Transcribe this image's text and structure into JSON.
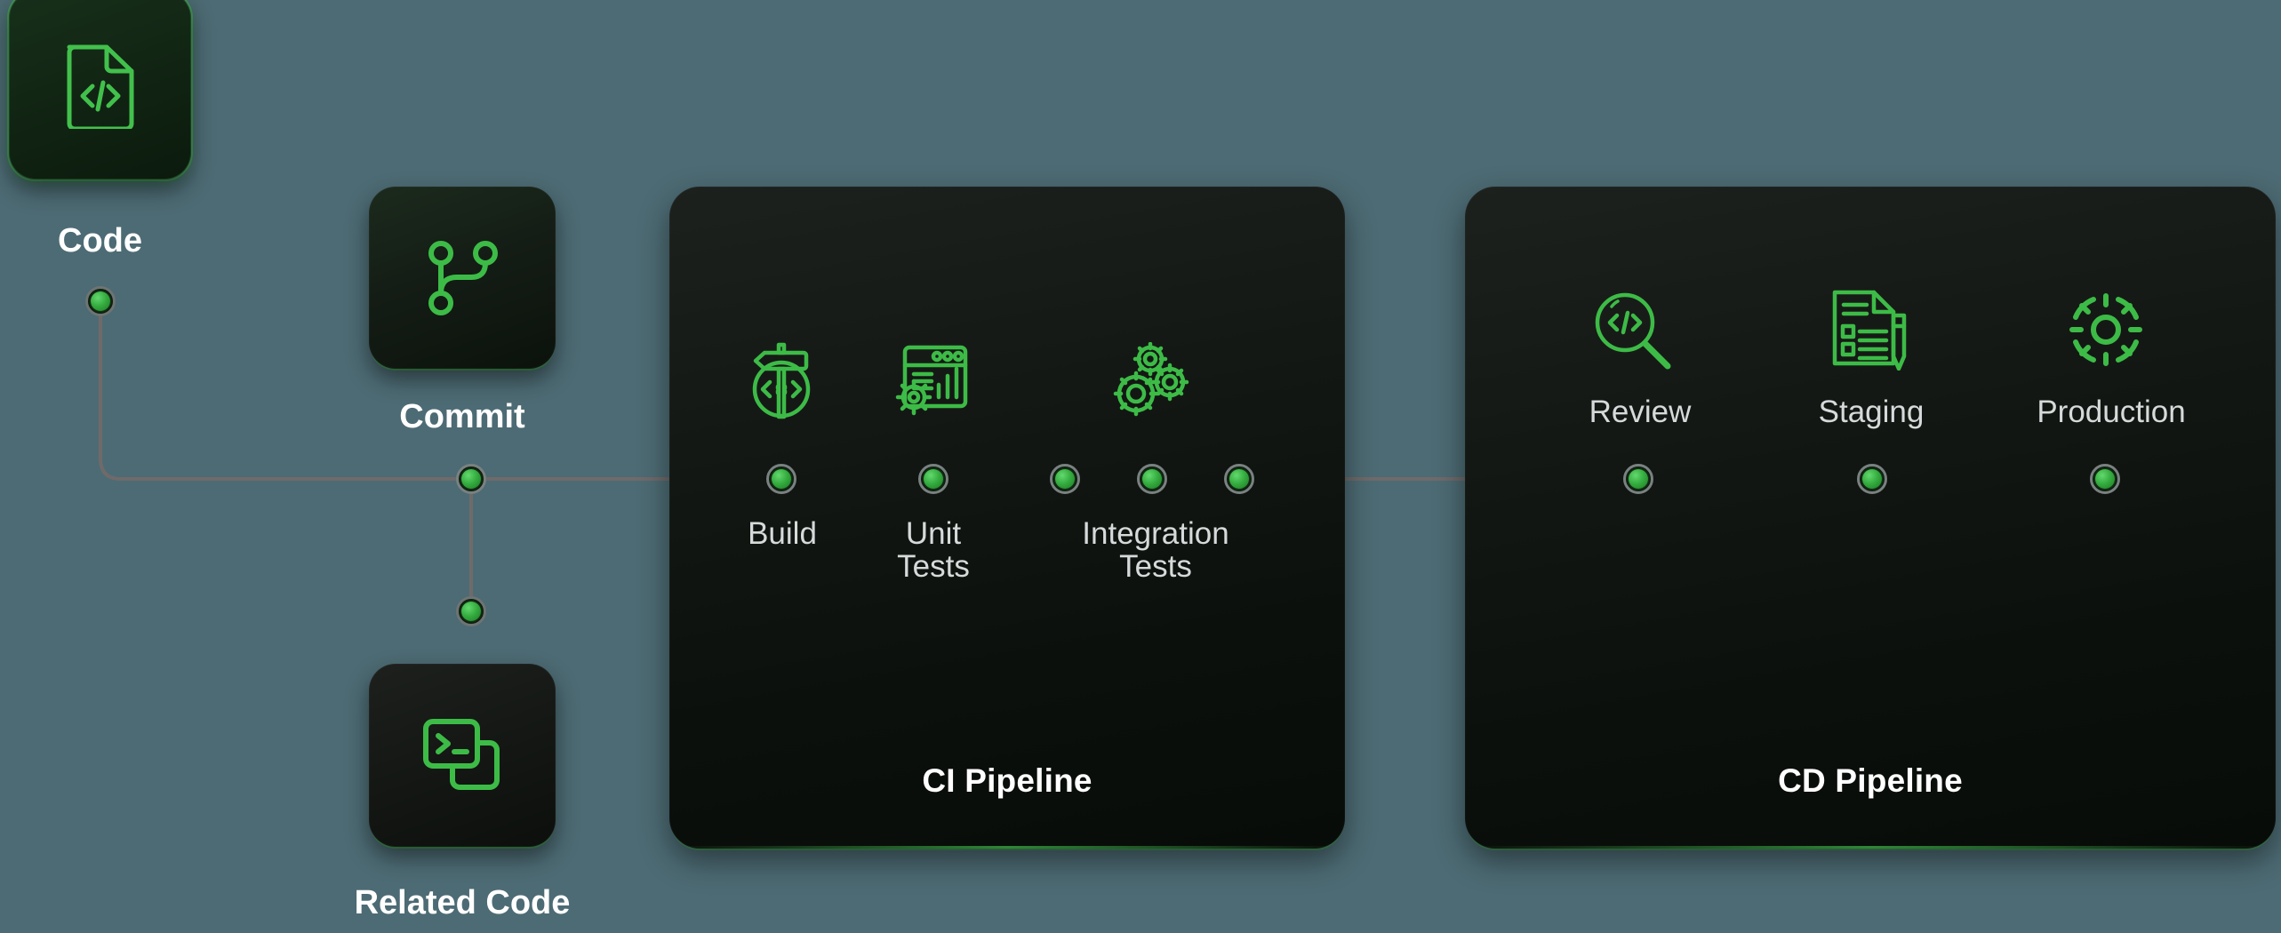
{
  "theme": {
    "background": "#4d6b74",
    "panel_background": "#101410",
    "accent_green": "#3fae47",
    "node_green": "#34ab3e",
    "label_gray": "#d6dada",
    "label_white": "#ffffff",
    "wire_color": "#6f6a6a"
  },
  "cards": [
    {
      "id": "code",
      "label": "Code",
      "icon": "code-file-icon"
    },
    {
      "id": "commit",
      "label": "Commit",
      "icon": "git-branch-icon"
    },
    {
      "id": "related",
      "label": "Related Code",
      "icon": "terminal-windows-icon"
    }
  ],
  "pipelines": [
    {
      "id": "ci",
      "title": "CI Pipeline",
      "stages": [
        {
          "label": "Build",
          "icon": "build-signpost-icon"
        },
        {
          "label": "Unit\nTests",
          "icon": "browser-chart-gear-icon"
        },
        {
          "label": "Integration\nTests",
          "icon": "three-gears-icon"
        }
      ],
      "node_count": 5
    },
    {
      "id": "cd",
      "title": "CD Pipeline",
      "stages": [
        {
          "label": "Review",
          "icon": "magnifier-code-icon"
        },
        {
          "label": "Staging",
          "icon": "checklist-pencil-icon"
        },
        {
          "label": "Production",
          "icon": "gear-icon"
        }
      ],
      "node_count": 3
    }
  ]
}
